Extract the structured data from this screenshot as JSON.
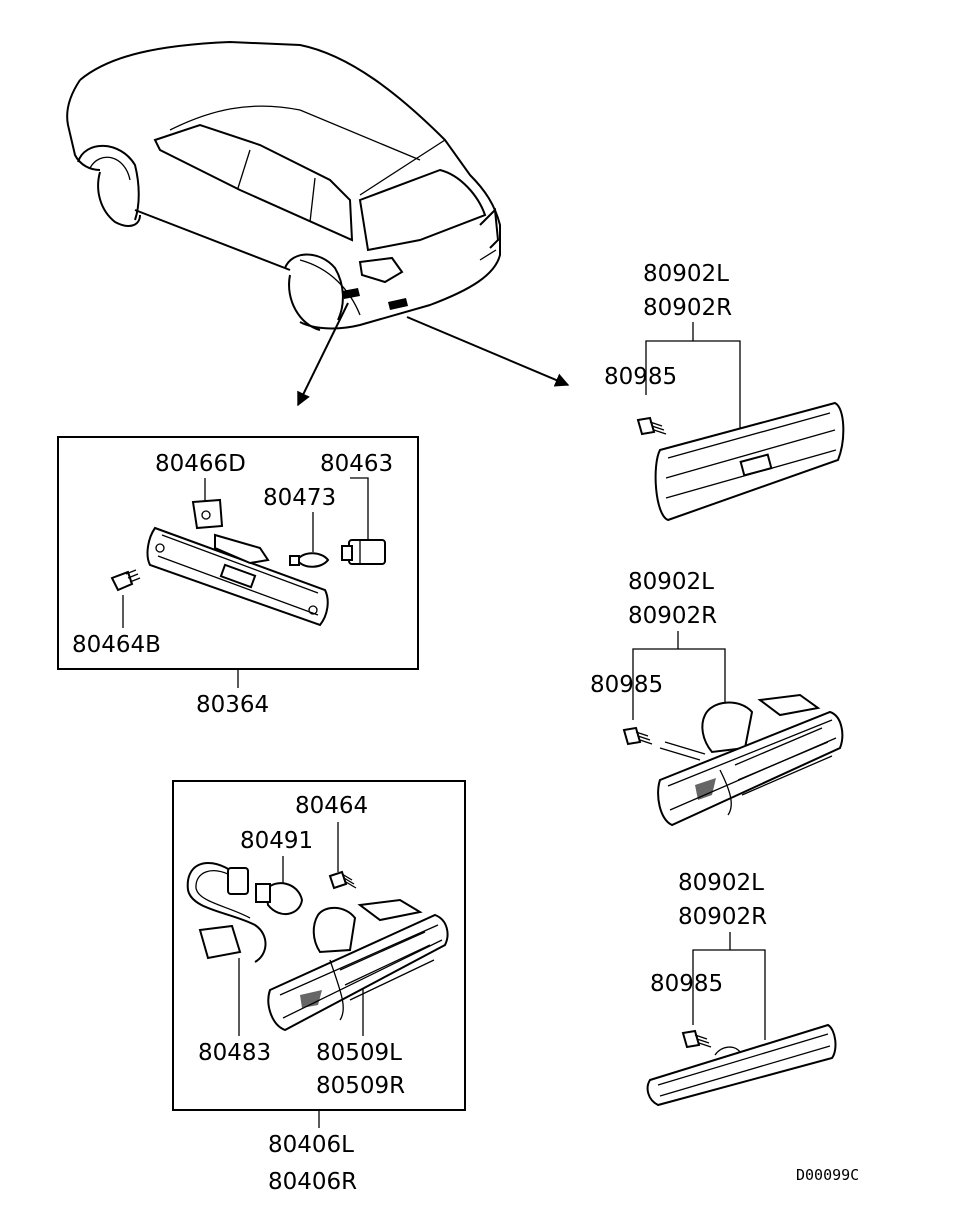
{
  "labels": {
    "p80466D": "80466D",
    "p80463": "80463",
    "p80473": "80473",
    "p80464B": "80464B",
    "p80364": "80364",
    "p80464": "80464",
    "p80491": "80491",
    "p80483": "80483",
    "p80509L": "80509L",
    "p80509R": "80509R",
    "p80406L": "80406L",
    "p80406R": "80406R",
    "a80902L": "80902L",
    "a80902R": "80902R",
    "a80985": "80985",
    "b80902L": "80902L",
    "b80902R": "80902R",
    "b80985": "80985",
    "c80902L": "80902L",
    "c80902R": "80902R",
    "c80985": "80985"
  },
  "diagram_code": "D00099C",
  "icons": [
    "car-outline-icon",
    "screw-icon",
    "bulb-icon",
    "socket-icon",
    "clip-icon",
    "side-marker-lamp-icon",
    "wire-harness-icon",
    "arrow-icon"
  ]
}
